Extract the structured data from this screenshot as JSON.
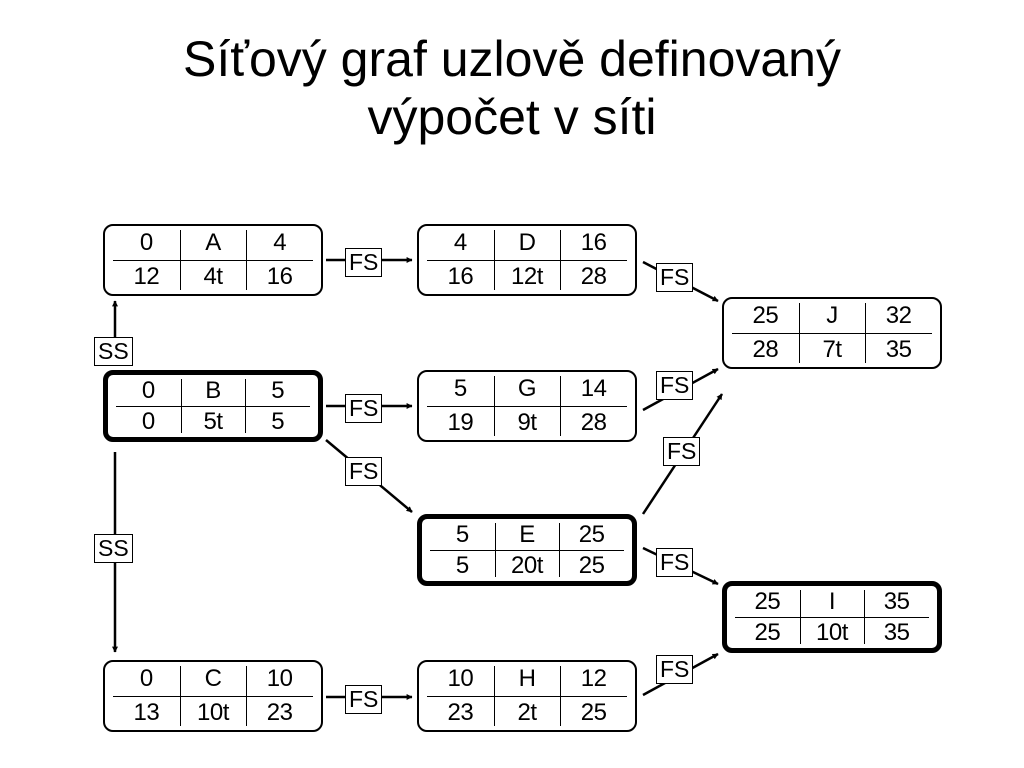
{
  "title": {
    "line1": "Síťový graf uzlově definovaný",
    "line2": "výpočet v síti"
  },
  "nodes": {
    "A": {
      "es": "0",
      "name": "A",
      "ef": "4",
      "ls": "12",
      "dur": "4t",
      "lf": "16",
      "critical": false
    },
    "B": {
      "es": "0",
      "name": "B",
      "ef": "5",
      "ls": "0",
      "dur": "5t",
      "lf": "5",
      "critical": true
    },
    "C": {
      "es": "0",
      "name": "C",
      "ef": "10",
      "ls": "13",
      "dur": "10t",
      "lf": "23",
      "critical": false
    },
    "D": {
      "es": "4",
      "name": "D",
      "ef": "16",
      "ls": "16",
      "dur": "12t",
      "lf": "28",
      "critical": false
    },
    "G": {
      "es": "5",
      "name": "G",
      "ef": "14",
      "ls": "19",
      "dur": "9t",
      "lf": "28",
      "critical": false
    },
    "E": {
      "es": "5",
      "name": "E",
      "ef": "25",
      "ls": "5",
      "dur": "20t",
      "lf": "25",
      "critical": true
    },
    "H": {
      "es": "10",
      "name": "H",
      "ef": "12",
      "ls": "23",
      "dur": "2t",
      "lf": "25",
      "critical": false
    },
    "J": {
      "es": "25",
      "name": "J",
      "ef": "32",
      "ls": "28",
      "dur": "7t",
      "lf": "35",
      "critical": false
    },
    "I": {
      "es": "25",
      "name": "I",
      "ef": "35",
      "ls": "25",
      "dur": "10t",
      "lf": "35",
      "critical": true
    }
  },
  "links": [
    {
      "id": "B-A",
      "from": "B",
      "to": "A",
      "type": "SS"
    },
    {
      "id": "B-C",
      "from": "B",
      "to": "C",
      "type": "SS"
    },
    {
      "id": "A-D",
      "from": "A",
      "to": "D",
      "type": "FS"
    },
    {
      "id": "B-G",
      "from": "B",
      "to": "G",
      "type": "FS"
    },
    {
      "id": "B-E",
      "from": "B",
      "to": "E",
      "type": "FS"
    },
    {
      "id": "C-H",
      "from": "C",
      "to": "H",
      "type": "FS"
    },
    {
      "id": "D-J",
      "from": "D",
      "to": "J",
      "type": "FS"
    },
    {
      "id": "G-J",
      "from": "G",
      "to": "J",
      "type": "FS"
    },
    {
      "id": "E-J",
      "from": "E",
      "to": "J",
      "type": "FS"
    },
    {
      "id": "E-I",
      "from": "E",
      "to": "I",
      "type": "FS"
    },
    {
      "id": "H-I",
      "from": "H",
      "to": "I",
      "type": "FS"
    }
  ]
}
